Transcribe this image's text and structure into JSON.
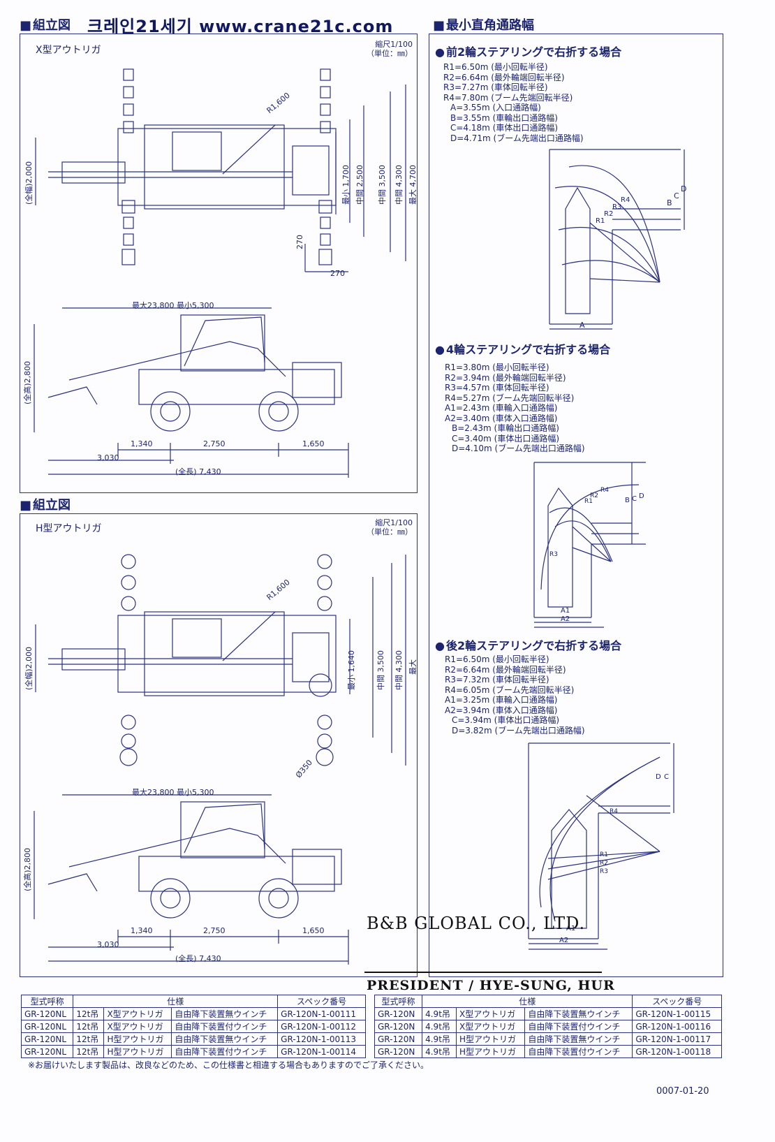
{
  "header": {
    "section1": "組立図",
    "brand": "크레인21세기 www.crane21c.com",
    "section_right": "最小直角通路幅"
  },
  "panel_x": {
    "title": "X型アウトリガ",
    "scale": "縮尺1/100",
    "unit": "（単位：㎜）",
    "dims_top": {
      "r1600": "R1,600",
      "total_width": "(全幅)2,000",
      "min": "最小 1,700",
      "mid1": "中間 2,500",
      "mid2": "中間 3,500",
      "mid3": "中間 4,300",
      "max": "最大 4,700",
      "d270a": "270",
      "d270b": "270"
    },
    "dims_side": {
      "boom": "最大23,800  最小5,300",
      "height": "(全高)2,800",
      "d1340": "1,340",
      "d2750": "2,750",
      "d1650": "1,650",
      "d3030": "3,030",
      "length": "(全長) 7,430"
    }
  },
  "section2": "組立図",
  "panel_h": {
    "title": "H型アウトリガ",
    "scale": "縮尺1/100",
    "unit": "（単位：㎜）",
    "dims_top": {
      "r1600": "R1,600",
      "total_width": "(全幅)2,000",
      "min": "最小 1,640",
      "mid1": "中間 3,500",
      "mid2": "中間 4,300",
      "max": "最大",
      "dia": "Ø350"
    },
    "dims_side": {
      "boom": "最大23,800  最小5,300",
      "height": "(全高)2,800",
      "d1340": "1,340",
      "d2750": "2,750",
      "d1650": "1,650",
      "d3030": "3,030",
      "length": "(全長) 7,430"
    }
  },
  "cases": [
    {
      "title": "前2輪ステアリングで右折する場合",
      "lines": [
        "R1=6.50m (最小回転半径)",
        "R2=6.64m (最外輪端回転半径)",
        "R3=7.27m (車体回転半径)",
        "R4=7.80m (ブーム先端回転半径)",
        "A=3.55m (入口通路幅)",
        "B=3.55m (車輪出口通路幅)",
        "C=4.18m (車体出口通路幅)",
        "D=4.71m (ブーム先端出口通路幅)"
      ],
      "labels": [
        "A",
        "B",
        "C",
        "D",
        "R1",
        "R2",
        "R3",
        "R4"
      ]
    },
    {
      "title": "4輪ステアリングで右折する場合",
      "lines": [
        "R1=3.80m (最小回転半径)",
        "R2=3.94m (最外輪端回転半径)",
        "R3=4.57m (車体回転半径)",
        "R4=5.27m (ブーム先端回転半径)",
        "A1=2.43m (車輪入口通路幅)",
        "A2=3.40m (車体入口通路幅)",
        "B=2.43m (車輪出口通路幅)",
        "C=3.40m (車体出口通路幅)",
        "D=4.10m (ブーム先端出口通路幅)"
      ],
      "labels": [
        "A1",
        "A2",
        "B",
        "C",
        "D",
        "R1",
        "R2",
        "R3",
        "R4"
      ]
    },
    {
      "title": "後2輪ステアリングで右折する場合",
      "lines": [
        "R1=6.50m (最小回転半径)",
        "R2=6.64m (最外輪端回転半径)",
        "R3=7.32m (車体回転半径)",
        "R4=6.05m (ブーム先端回転半径)",
        "A1=3.25m (車輪入口通路幅)",
        "A2=3.94m (車体入口通路幅)",
        "C=3.94m (車体出口通路幅)",
        "D=3.82m (ブーム先端出口通路幅)"
      ],
      "labels": [
        "A1",
        "A2",
        "C",
        "D",
        "R1",
        "R2",
        "R3",
        "R4"
      ]
    }
  ],
  "stamp": {
    "company": "B&B GLOBAL CO., LTD.",
    "president": "PRESIDENT / HYE-SUNG, HUR"
  },
  "spec_table": {
    "headers": [
      "型式呼称",
      "仕様",
      "スペック番号"
    ],
    "left_rows": [
      [
        "GR-120NL",
        "12t吊",
        "X型アウトリガ",
        "自由降下装置無ウインチ",
        "GR-120N-1-00111"
      ],
      [
        "GR-120NL",
        "12t吊",
        "X型アウトリガ",
        "自由降下装置付ウインチ",
        "GR-120N-1-00112"
      ],
      [
        "GR-120NL",
        "12t吊",
        "H型アウトリガ",
        "自由降下装置無ウインチ",
        "GR-120N-1-00113"
      ],
      [
        "GR-120NL",
        "12t吊",
        "H型アウトリガ",
        "自由降下装置付ウインチ",
        "GR-120N-1-00114"
      ]
    ],
    "right_rows": [
      [
        "GR-120N",
        "4.9t吊",
        "X型アウトリガ",
        "自由降下装置無ウインチ",
        "GR-120N-1-00115"
      ],
      [
        "GR-120N",
        "4.9t吊",
        "X型アウトリガ",
        "自由降下装置付ウインチ",
        "GR-120N-1-00116"
      ],
      [
        "GR-120N",
        "4.9t吊",
        "H型アウトリガ",
        "自由降下装置無ウインチ",
        "GR-120N-1-00117"
      ],
      [
        "GR-120N",
        "4.9t吊",
        "H型アウトリガ",
        "自由降下装置付ウインチ",
        "GR-120N-1-00118"
      ]
    ]
  },
  "footer": {
    "note": "※お届けいたします製品は、改良などのため、この仕様書と相違する場合もありますのでご了承ください。",
    "doc_no": "0007-01-20"
  }
}
